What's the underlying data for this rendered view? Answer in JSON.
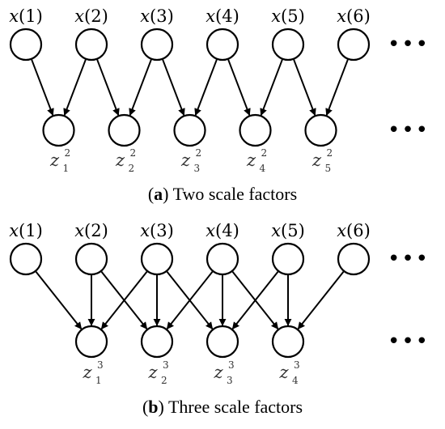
{
  "panels": [
    {
      "id": "a",
      "caption": {
        "letter": "a",
        "text": "Two scale factors"
      },
      "inputs": [
        {
          "var": "x",
          "index": "1"
        },
        {
          "var": "x",
          "index": "2"
        },
        {
          "var": "x",
          "index": "3"
        },
        {
          "var": "x",
          "index": "4"
        },
        {
          "var": "x",
          "index": "5"
        },
        {
          "var": "x",
          "index": "6"
        }
      ],
      "outputs": [
        {
          "var": "z",
          "sup": "2",
          "sub": "1"
        },
        {
          "var": "z",
          "sup": "2",
          "sub": "2"
        },
        {
          "var": "z",
          "sup": "2",
          "sub": "3"
        },
        {
          "var": "z",
          "sup": "2",
          "sub": "4"
        },
        {
          "var": "z",
          "sup": "2",
          "sub": "5"
        }
      ],
      "scale": 2,
      "ellipsis": "•••"
    },
    {
      "id": "b",
      "caption": {
        "letter": "b",
        "text": "Three scale factors"
      },
      "inputs": [
        {
          "var": "x",
          "index": "1"
        },
        {
          "var": "x",
          "index": "2"
        },
        {
          "var": "x",
          "index": "3"
        },
        {
          "var": "x",
          "index": "4"
        },
        {
          "var": "x",
          "index": "5"
        },
        {
          "var": "x",
          "index": "6"
        }
      ],
      "outputs": [
        {
          "var": "z",
          "sup": "3",
          "sub": "1"
        },
        {
          "var": "z",
          "sup": "3",
          "sub": "2"
        },
        {
          "var": "z",
          "sup": "3",
          "sub": "3"
        },
        {
          "var": "z",
          "sup": "3",
          "sub": "4"
        }
      ],
      "scale": 3,
      "ellipsis": "•••"
    }
  ]
}
